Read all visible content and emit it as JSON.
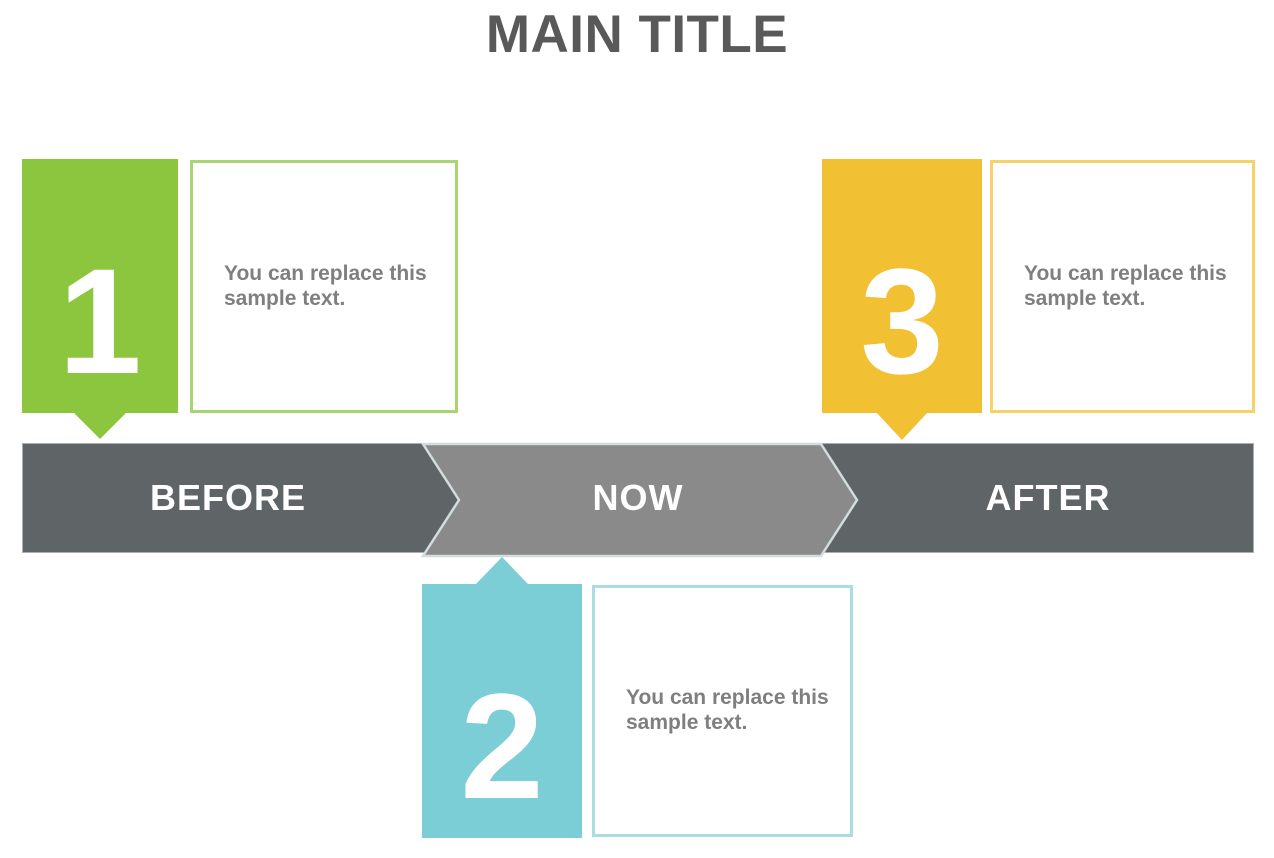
{
  "title": "MAIN TITLE",
  "timeline": {
    "segments": [
      {
        "id": "before",
        "label": "BEFORE"
      },
      {
        "id": "now",
        "label": "NOW"
      },
      {
        "id": "after",
        "label": "AFTER"
      }
    ]
  },
  "markers": [
    {
      "number": "1",
      "attached_to": "BEFORE",
      "fill": "#8CC63F",
      "box_border": "#A8D472",
      "text": "You can replace this sample text."
    },
    {
      "number": "2",
      "attached_to": "NOW",
      "fill": "#7BCDD6",
      "box_border": "#A9DDE3",
      "text": "You can replace this sample text."
    },
    {
      "number": "3",
      "attached_to": "AFTER",
      "fill": "#F2C033",
      "box_border": "#F6D269",
      "text": "You can replace this sample text."
    }
  ],
  "palette": {
    "timeline_bar": "#5F6466",
    "now_segment": "#8A8A8A",
    "chevron_stroke": "#D2DDDE",
    "title_color": "#595959",
    "body_text_color": "#7F7F7F"
  }
}
